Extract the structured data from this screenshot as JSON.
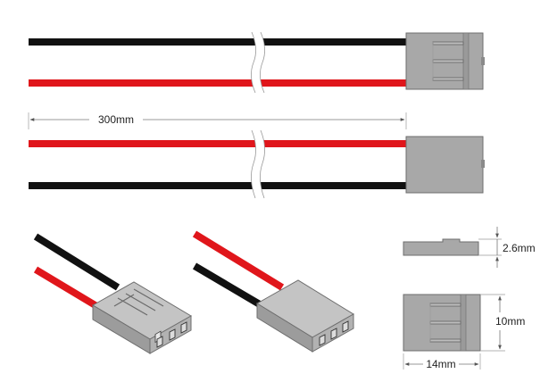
{
  "dimensions": {
    "length": "300mm",
    "thickness": "2.6mm",
    "height": "10mm",
    "width": "14mm"
  },
  "colors": {
    "wire_black": "#111111",
    "wire_red": "#e0161b",
    "housing": "#a8a8a8",
    "housing_edge": "#6e6e6e",
    "housing_light": "#c9c9c9"
  }
}
